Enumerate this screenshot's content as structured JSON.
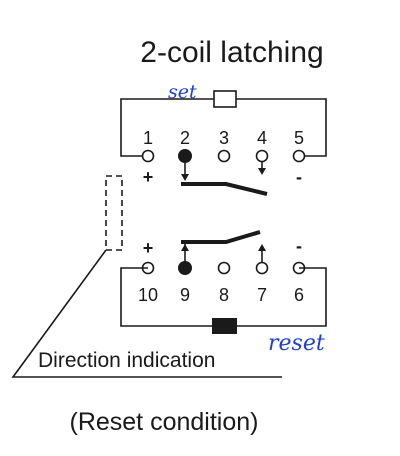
{
  "title": "2-coil latching",
  "annotation_set": "set",
  "annotation_reset": "reset",
  "top_terminals": [
    "1",
    "2",
    "3",
    "4",
    "5"
  ],
  "bottom_terminals": [
    "10",
    "9",
    "8",
    "7",
    "6"
  ],
  "polarity": {
    "top_left": "+",
    "top_right": "-",
    "bottom_left": "+",
    "bottom_right": "-"
  },
  "direction_label": "Direction indication",
  "caption": "(Reset condition)",
  "colors": {
    "ink": "#1a1a1a",
    "pen": "#1f3fd6"
  }
}
